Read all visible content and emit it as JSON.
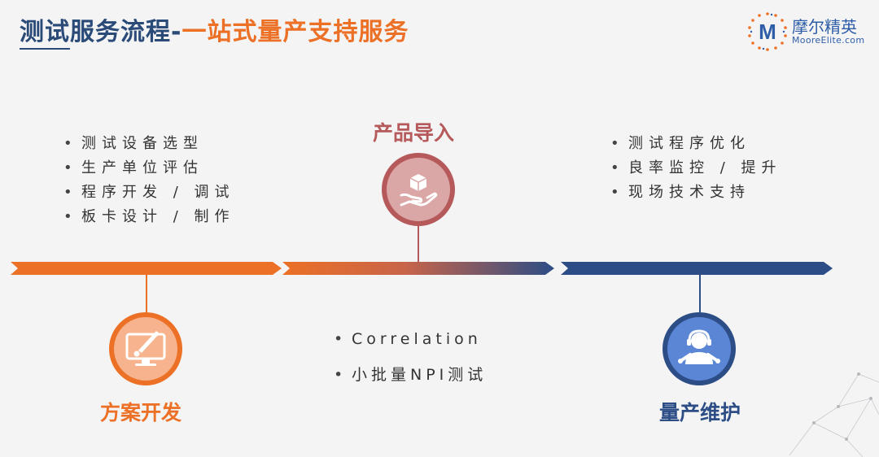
{
  "header": {
    "title_part1": "测试服务流程-",
    "title_part2": "一站式量产支持服务"
  },
  "logo": {
    "icon": "moore-elite-logo-icon",
    "letter": "M",
    "name_cn": "摩尔精英",
    "name_en": "MooreElite.com"
  },
  "stages": [
    {
      "label": "方案开发",
      "icon": "monitor-brush-icon",
      "color": "#ec7025",
      "items": [
        "测试设备选型",
        "生产单位评估",
        "程序开发 / 调试",
        "板卡设计 / 制作"
      ]
    },
    {
      "label": "产品导入",
      "icon": "hand-box-icon",
      "color": "#b5595a",
      "items": [
        "Correlation",
        "小批量NPI测试"
      ]
    },
    {
      "label": "量产维护",
      "icon": "support-engineer-icon",
      "color": "#2c4d85",
      "items": [
        "测试程序优化",
        "良率监控 / 提升",
        "现场技术支持"
      ]
    }
  ],
  "colors": {
    "orange": "#ec7025",
    "rose": "#b5595a",
    "navy": "#2c4d85",
    "title_blue": "#2a4a78"
  }
}
